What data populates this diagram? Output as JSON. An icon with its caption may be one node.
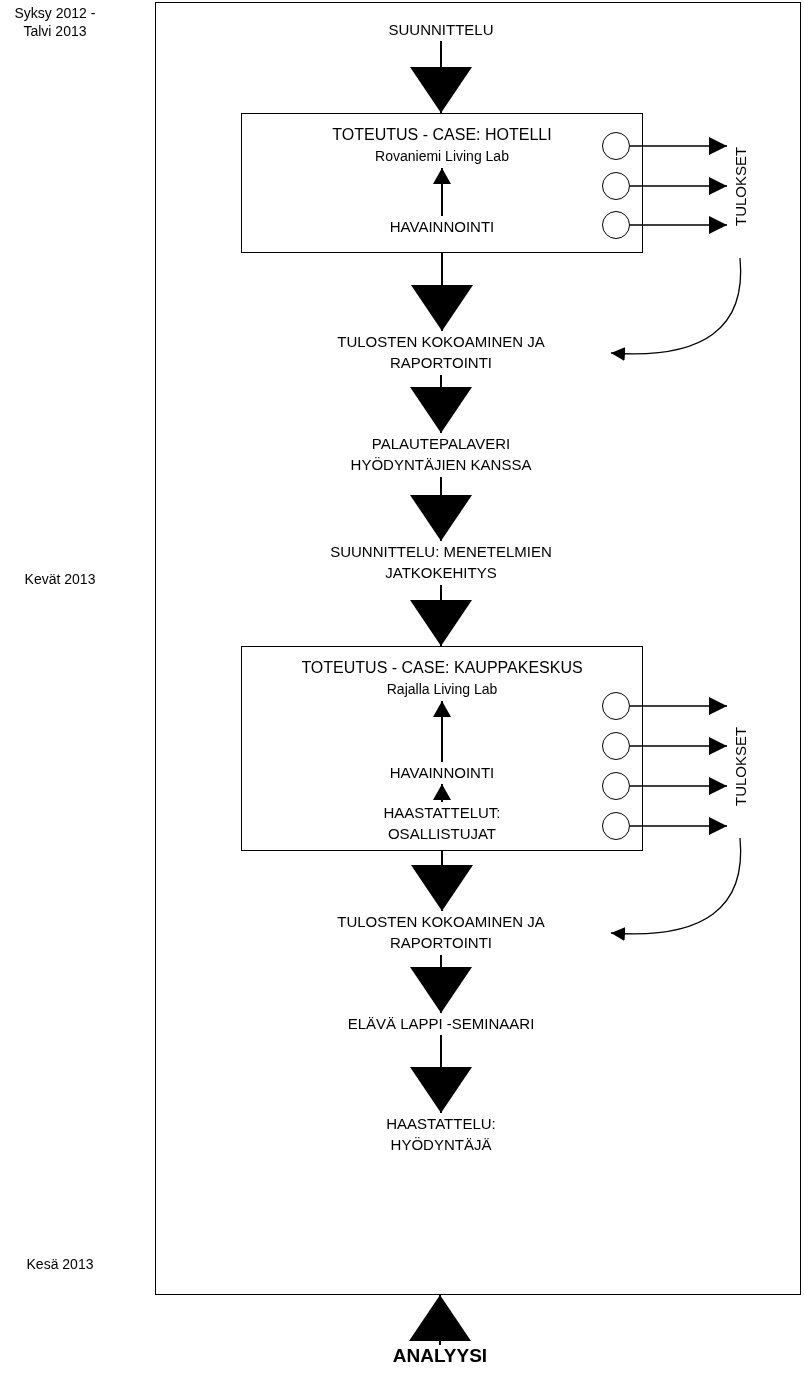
{
  "diagram": {
    "nodes": [
      {
        "text": [],
        "shape": "box"
      },
      {
        "text": [
          "SUUNNITTELU"
        ],
        "in": 0
      },
      {
        "text": [],
        "shape": "box",
        "in": 0
      },
      {
        "text": [
          "TOTEUTUS - CASE: HOTELLI",
          "Rovaniemi Living Lab"
        ],
        "in": 2
      },
      {
        "text": [
          "HAVAINNOINTI"
        ],
        "in": 2
      },
      {
        "text": [],
        "shape": "circle",
        "in": 2
      },
      {
        "text": [],
        "shape": "circle",
        "in": 2
      },
      {
        "text": [],
        "shape": "circle",
        "in": 2
      },
      {
        "text": [
          "TULOKSET"
        ],
        "in": 0
      },
      {
        "text": [
          "TULOSTEN KOKOAMINEN JA RAPORTOINTI"
        ],
        "in": 0
      },
      {
        "text": [
          "PALAUTEPALAVERI HYÖDYNTÄJIEN KANSSA"
        ],
        "in": 0
      },
      {
        "text": [
          "SUUNNITTELU: MENETELMIEN JATKOKEHITYS"
        ],
        "in": 0
      },
      {
        "text": [],
        "shape": "box",
        "in": 0
      },
      {
        "text": [
          "TOTEUTUS - CASE: KAUPPAKESKUS",
          "Rajalla Living Lab"
        ],
        "in": 12
      },
      {
        "text": [
          "HAVAINNOINTI"
        ],
        "in": 12
      },
      {
        "text": [
          "HAASTATTELUT: OSALLISTUJAT"
        ],
        "in": 12
      },
      {
        "text": [],
        "shape": "circle",
        "in": 12
      },
      {
        "text": [],
        "shape": "circle",
        "in": 12
      },
      {
        "text": [],
        "shape": "circle",
        "in": 12
      },
      {
        "text": [],
        "shape": "circle",
        "in": 12
      },
      {
        "text": [
          "TULOKSET"
        ],
        "in": 0
      },
      {
        "text": [
          "TULOSTEN KOKOAMINEN JA RAPORTOINTI"
        ],
        "in": 0
      },
      {
        "text": [
          "ELÄVÄ LAPPI -SEMINAARI"
        ],
        "in": 0
      },
      {
        "text": [
          "HAASTATTELU: HYÖDYNTÄJÄ"
        ],
        "in": 0
      },
      {
        "text": [
          "ANALYYSI"
        ]
      }
    ],
    "edges": [
      {
        "from": 1,
        "to": 2,
        "arrow": "to"
      },
      {
        "from": 4,
        "to": 3,
        "arrow": "to"
      },
      {
        "from": 5,
        "to": 8,
        "arrow": "to"
      },
      {
        "from": 6,
        "to": 8,
        "arrow": "to"
      },
      {
        "from": 7,
        "to": 8,
        "arrow": "to"
      },
      {
        "from": 2,
        "to": 9,
        "arrow": "to"
      },
      {
        "from": 8,
        "to": 9,
        "arrow": "to"
      },
      {
        "from": 9,
        "to": 10,
        "arrow": "to"
      },
      {
        "from": 10,
        "to": 11,
        "arrow": "to"
      },
      {
        "from": 11,
        "to": 12,
        "arrow": "to"
      },
      {
        "from": 15,
        "to": 14,
        "arrow": "to"
      },
      {
        "from": 14,
        "to": 13,
        "arrow": "to"
      },
      {
        "from": 16,
        "to": 20,
        "arrow": "to"
      },
      {
        "from": 17,
        "to": 20,
        "arrow": "to"
      },
      {
        "from": 18,
        "to": 20,
        "arrow": "to"
      },
      {
        "from": 19,
        "to": 20,
        "arrow": "to"
      },
      {
        "from": 12,
        "to": 21,
        "arrow": "to"
      },
      {
        "from": 20,
        "to": 21,
        "arrow": "to"
      },
      {
        "from": 21,
        "to": 22,
        "arrow": "to"
      },
      {
        "from": 22,
        "to": 23,
        "arrow": "to"
      },
      {
        "from": 24,
        "to": 0,
        "arrow": "to"
      }
    ],
    "labels": [
      "Syksy 2012 - Talvi 2013",
      "Kevät 2013",
      "Kesä 2013"
    ]
  }
}
